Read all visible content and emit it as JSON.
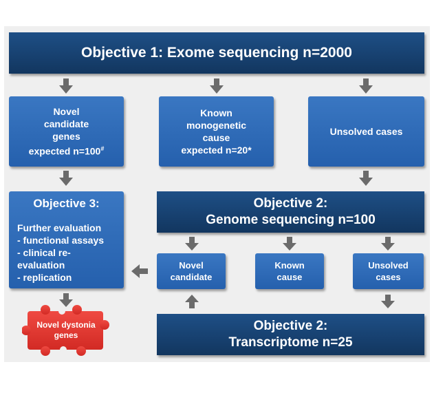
{
  "obj1": {
    "title": "Objective 1: Exome sequencing n=2000"
  },
  "row1": {
    "novel": "Novel\ncandidate\ngenes\nexpected n=100",
    "novel_sup": "#",
    "known": "Known\nmonogenetic\ncause\nexpected n=20*",
    "unsolved": "Unsolved cases"
  },
  "obj3": {
    "title": "Objective 3:",
    "lines": "Further evaluation\n- functional assays\n- clinical re-\n  evaluation\n- replication"
  },
  "obj2_genome": {
    "title": "Objective 2:\nGenome sequencing n=100"
  },
  "row2": {
    "novel": "Novel\ncandidate",
    "known": "Known\ncause",
    "unsolved": "Unsolved\ncases"
  },
  "obj2_transcriptome": {
    "title": "Objective 2:\nTranscriptome n=25"
  },
  "puzzle": {
    "label": "Novel dystonia\ngenes"
  },
  "colors": {
    "dark_box": "#1a4478",
    "light_box": "#2f6cb8",
    "arrow": "#6b6b6b",
    "puzzle": "#e8332c",
    "panel": "#efefef"
  }
}
